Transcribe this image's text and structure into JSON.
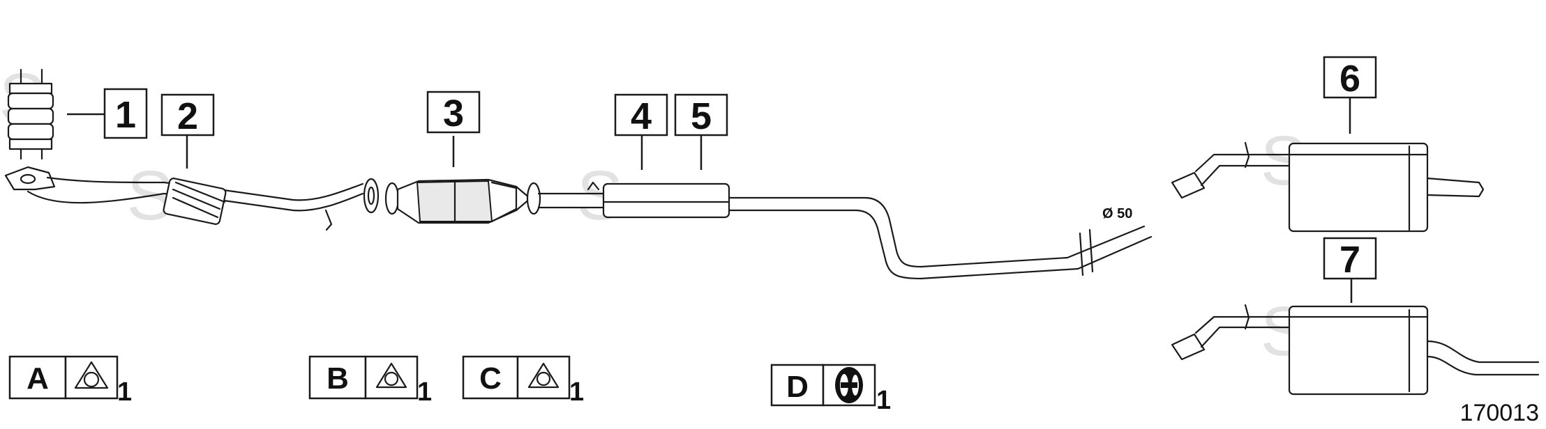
{
  "callouts": [
    "1",
    "2",
    "3",
    "4",
    "5",
    "6",
    "7"
  ],
  "legend": [
    {
      "letter": "A",
      "qty": "1",
      "icon": "gasket-icon"
    },
    {
      "letter": "B",
      "qty": "1",
      "icon": "gasket-icon"
    },
    {
      "letter": "C",
      "qty": "1",
      "icon": "gasket-icon"
    },
    {
      "letter": "D",
      "qty": "1",
      "icon": "rubber-hanger-icon"
    }
  ],
  "diameter_label": "Ø 50",
  "reference_number": "170013",
  "watermark": "S"
}
